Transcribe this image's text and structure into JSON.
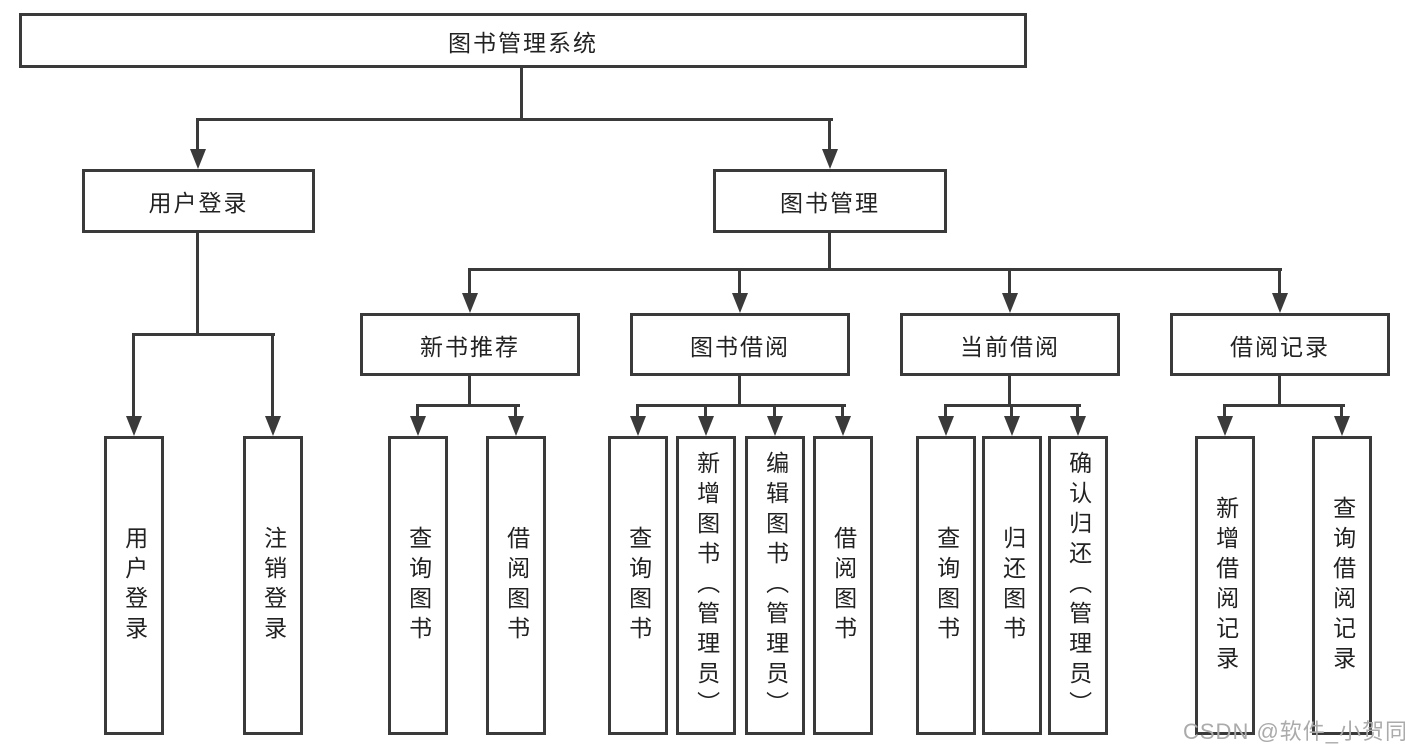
{
  "tree": {
    "label": "图书管理系统",
    "children": [
      {
        "label": "用户登录",
        "children": [
          {
            "label": "用户登录"
          },
          {
            "label": "注销登录"
          }
        ]
      },
      {
        "label": "图书管理",
        "children": [
          {
            "label": "新书推荐",
            "children": [
              {
                "label": "查询图书"
              },
              {
                "label": "借阅图书"
              }
            ]
          },
          {
            "label": "图书借阅",
            "children": [
              {
                "label": "查询图书"
              },
              {
                "label": "新增图书（管理员）"
              },
              {
                "label": "编辑图书（管理员）"
              },
              {
                "label": "借阅图书"
              }
            ]
          },
          {
            "label": "当前借阅",
            "children": [
              {
                "label": "查询图书"
              },
              {
                "label": "归还图书"
              },
              {
                "label": "确认归还（管理员）"
              }
            ]
          },
          {
            "label": "借阅记录",
            "children": [
              {
                "label": "新增借阅记录"
              },
              {
                "label": "查询借阅记录"
              }
            ]
          }
        ]
      }
    ]
  },
  "watermark": {
    "text": "CSDN @软件_小贺同学"
  },
  "colors": {
    "line": "#3a3a3a",
    "text": "#222222",
    "watermark": "#ababab",
    "background": "#ffffff"
  }
}
